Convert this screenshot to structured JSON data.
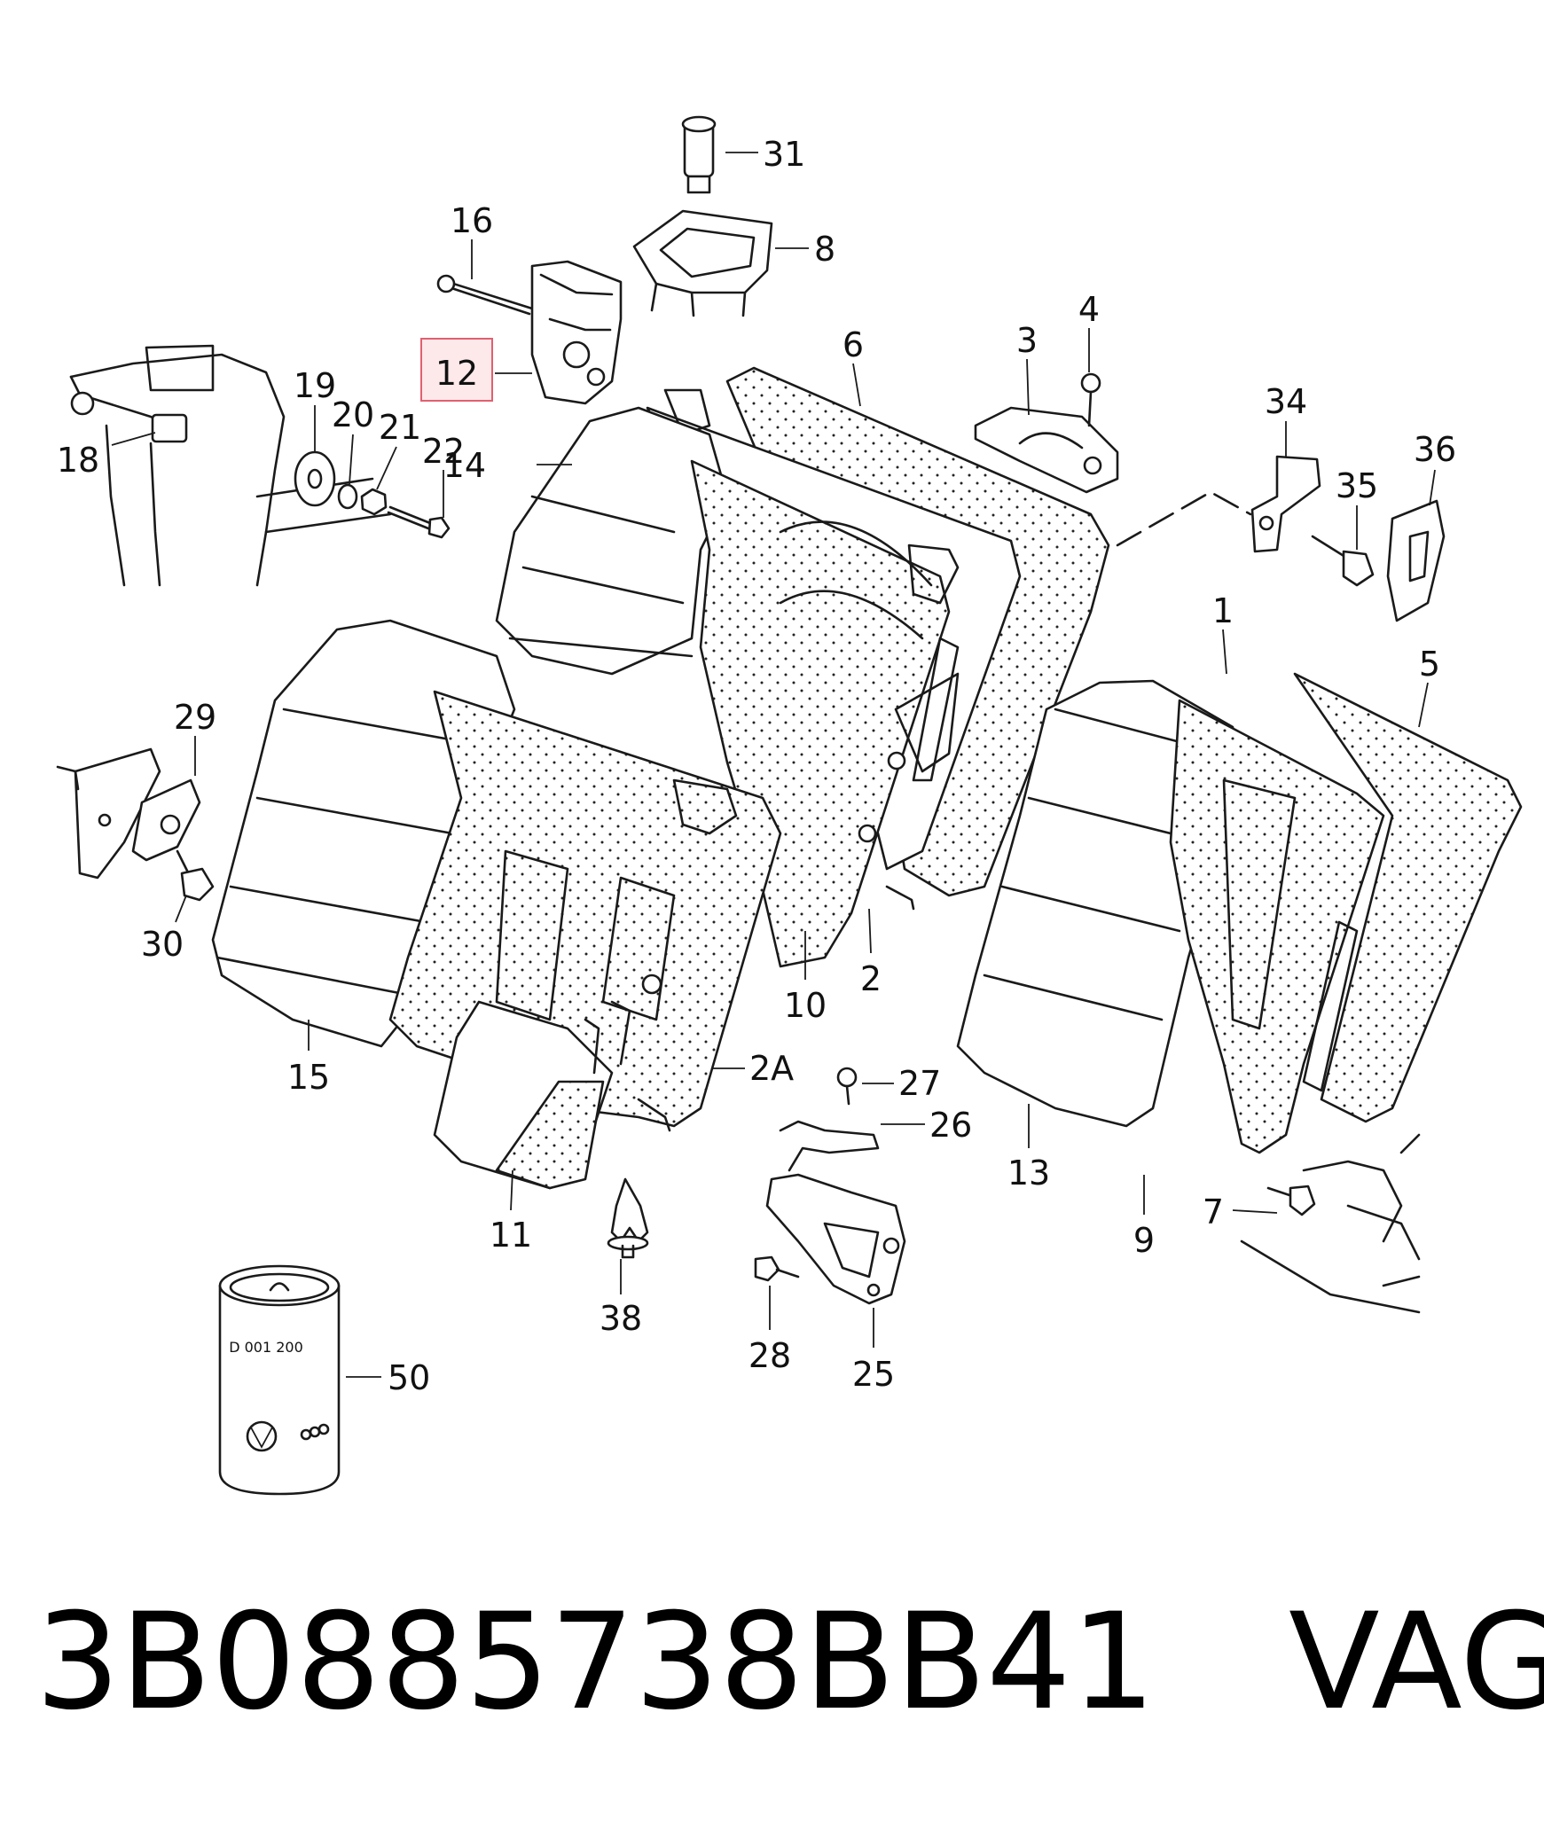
{
  "callouts": {
    "c1": "1",
    "c2": "2",
    "c2A": "2A",
    "c3": "3",
    "c4": "4",
    "c5": "5",
    "c6": "6",
    "c7": "7",
    "c8": "8",
    "c9": "9",
    "c10": "10",
    "c11": "11",
    "c12": "12",
    "c13": "13",
    "c14": "14",
    "c15": "15",
    "c16": "16",
    "c18": "18",
    "c19": "19",
    "c20": "20",
    "c21": "21",
    "c22": "22",
    "c25": "25",
    "c26": "26",
    "c27": "27",
    "c28": "28",
    "c29": "29",
    "c30": "30",
    "c31": "31",
    "c34": "34",
    "c35": "35",
    "c36": "36",
    "c38": "38",
    "c50": "50"
  },
  "highlighted_callout": "12",
  "filter_print": "D 001 200",
  "caption": {
    "part_number": "3B0885738BB41",
    "brand": "VAG"
  }
}
